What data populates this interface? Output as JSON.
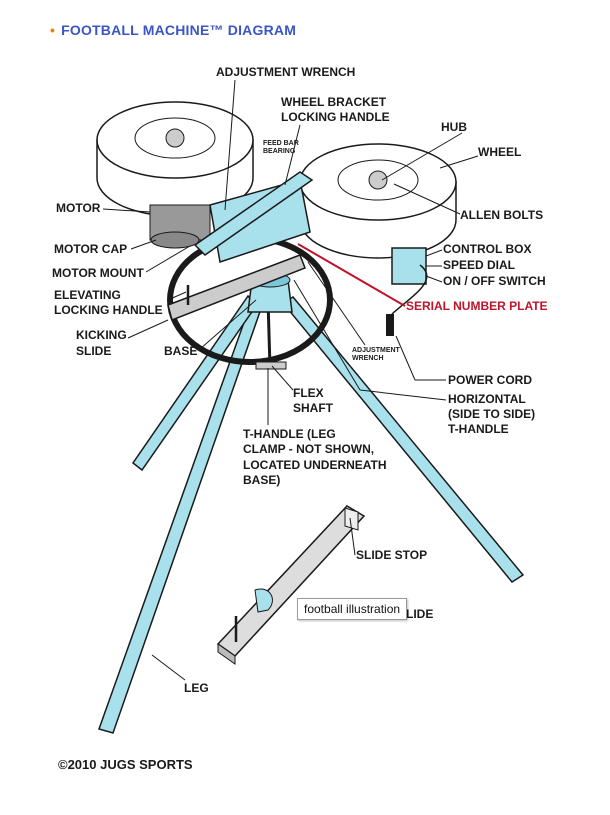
{
  "header": {
    "bullet": "•",
    "title": "FOOTBALL MACHINE™ DIAGRAM"
  },
  "labels": {
    "adjustment_wrench": "ADJUSTMENT WRENCH",
    "wheel_bracket_1": "WHEEL BRACKET",
    "wheel_bracket_2": "LOCKING HANDLE",
    "feed_bar_1": "FEED BAR",
    "feed_bar_2": "BEARING",
    "hub": "HUB",
    "wheel": "WHEEL",
    "motor": "MOTOR",
    "allen_bolts": "ALLEN BOLTS",
    "motor_cap": "MOTOR CAP",
    "control_box": "CONTROL BOX",
    "speed_dial": "SPEED DIAL",
    "on_off": "ON / OFF SWITCH",
    "motor_mount": "MOTOR MOUNT",
    "elevating_1": "ELEVATING",
    "elevating_2": "LOCKING HANDLE",
    "serial_plate": "SERIAL NUMBER PLATE",
    "kicking_1": "KICKING",
    "kicking_2": "SLIDE",
    "base": "BASE",
    "adj_wrench_small_1": "ADJUSTMENT",
    "adj_wrench_small_2": "WRENCH",
    "power_cord": "POWER CORD",
    "flex_1": "FLEX",
    "flex_2": "SHAFT",
    "horizontal_1": "HORIZONTAL",
    "horizontal_2": "(SIDE TO SIDE)",
    "horizontal_3": "T-HANDLE",
    "t_handle_1": "T-HANDLE (LEG",
    "t_handle_2": "CLAMP - NOT SHOWN,",
    "t_handle_3": "LOCATED UNDERNEATH",
    "t_handle_4": "BASE)",
    "slide_stop": "SLIDE STOP",
    "kicking_slide_partial": "SLIDE",
    "leg": "LEG"
  },
  "tooltip": "football illustration",
  "footer": {
    "copyright": "©2010 JUGS SPORTS"
  },
  "colors": {
    "title": "#3b55c7",
    "bullet": "#f07a1a",
    "metal": "#a8e0ec",
    "red_label": "#c0142a"
  }
}
